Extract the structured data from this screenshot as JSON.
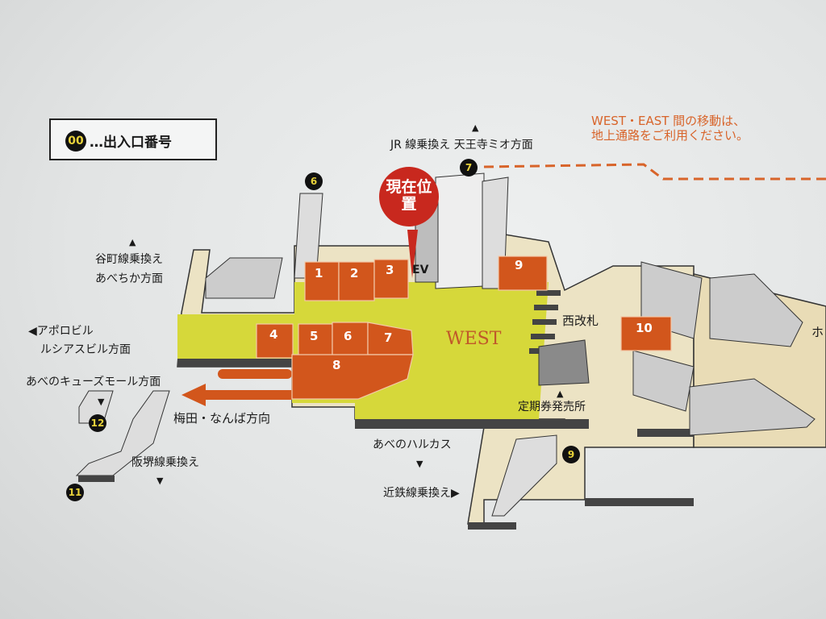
{
  "legend": {
    "badge": "00",
    "label": "…出入口番号"
  },
  "current_location": "現在位置",
  "notice": {
    "line1": "WEST・EAST 間の移動は、",
    "line2": "地上通路をご利用ください。"
  },
  "area_label": "WEST",
  "elevator": "EV",
  "shops": [
    "1",
    "2",
    "3",
    "4",
    "5",
    "6",
    "7",
    "8",
    "9",
    "10"
  ],
  "exits": [
    "6",
    "7",
    "9",
    "11",
    "12"
  ],
  "directions": {
    "jr": "JR 線乗換え 天王寺ミオ方面",
    "tanimachi_1": "谷町線乗換え",
    "tanimachi_2": "あべちか方面",
    "apollo_1": "◀アポロビル",
    "apollo_2": "ルシアスビル方面",
    "qs_mall": "あべのキューズモール方面",
    "umeda": "梅田・なんば方向",
    "hankai": "阪堺線乗換え",
    "harukas": "あべのハルカス",
    "kintetsu": "近鉄線乗換え▶",
    "west_gate": "西改札",
    "pass_office": "定期券発売所",
    "platform_partial": "ホ"
  },
  "colors": {
    "shop": "#d2561c",
    "concourse": "#d6d83a",
    "floor": "#ece3c4",
    "pin": "#c8281e",
    "notice": "#d8642a"
  }
}
